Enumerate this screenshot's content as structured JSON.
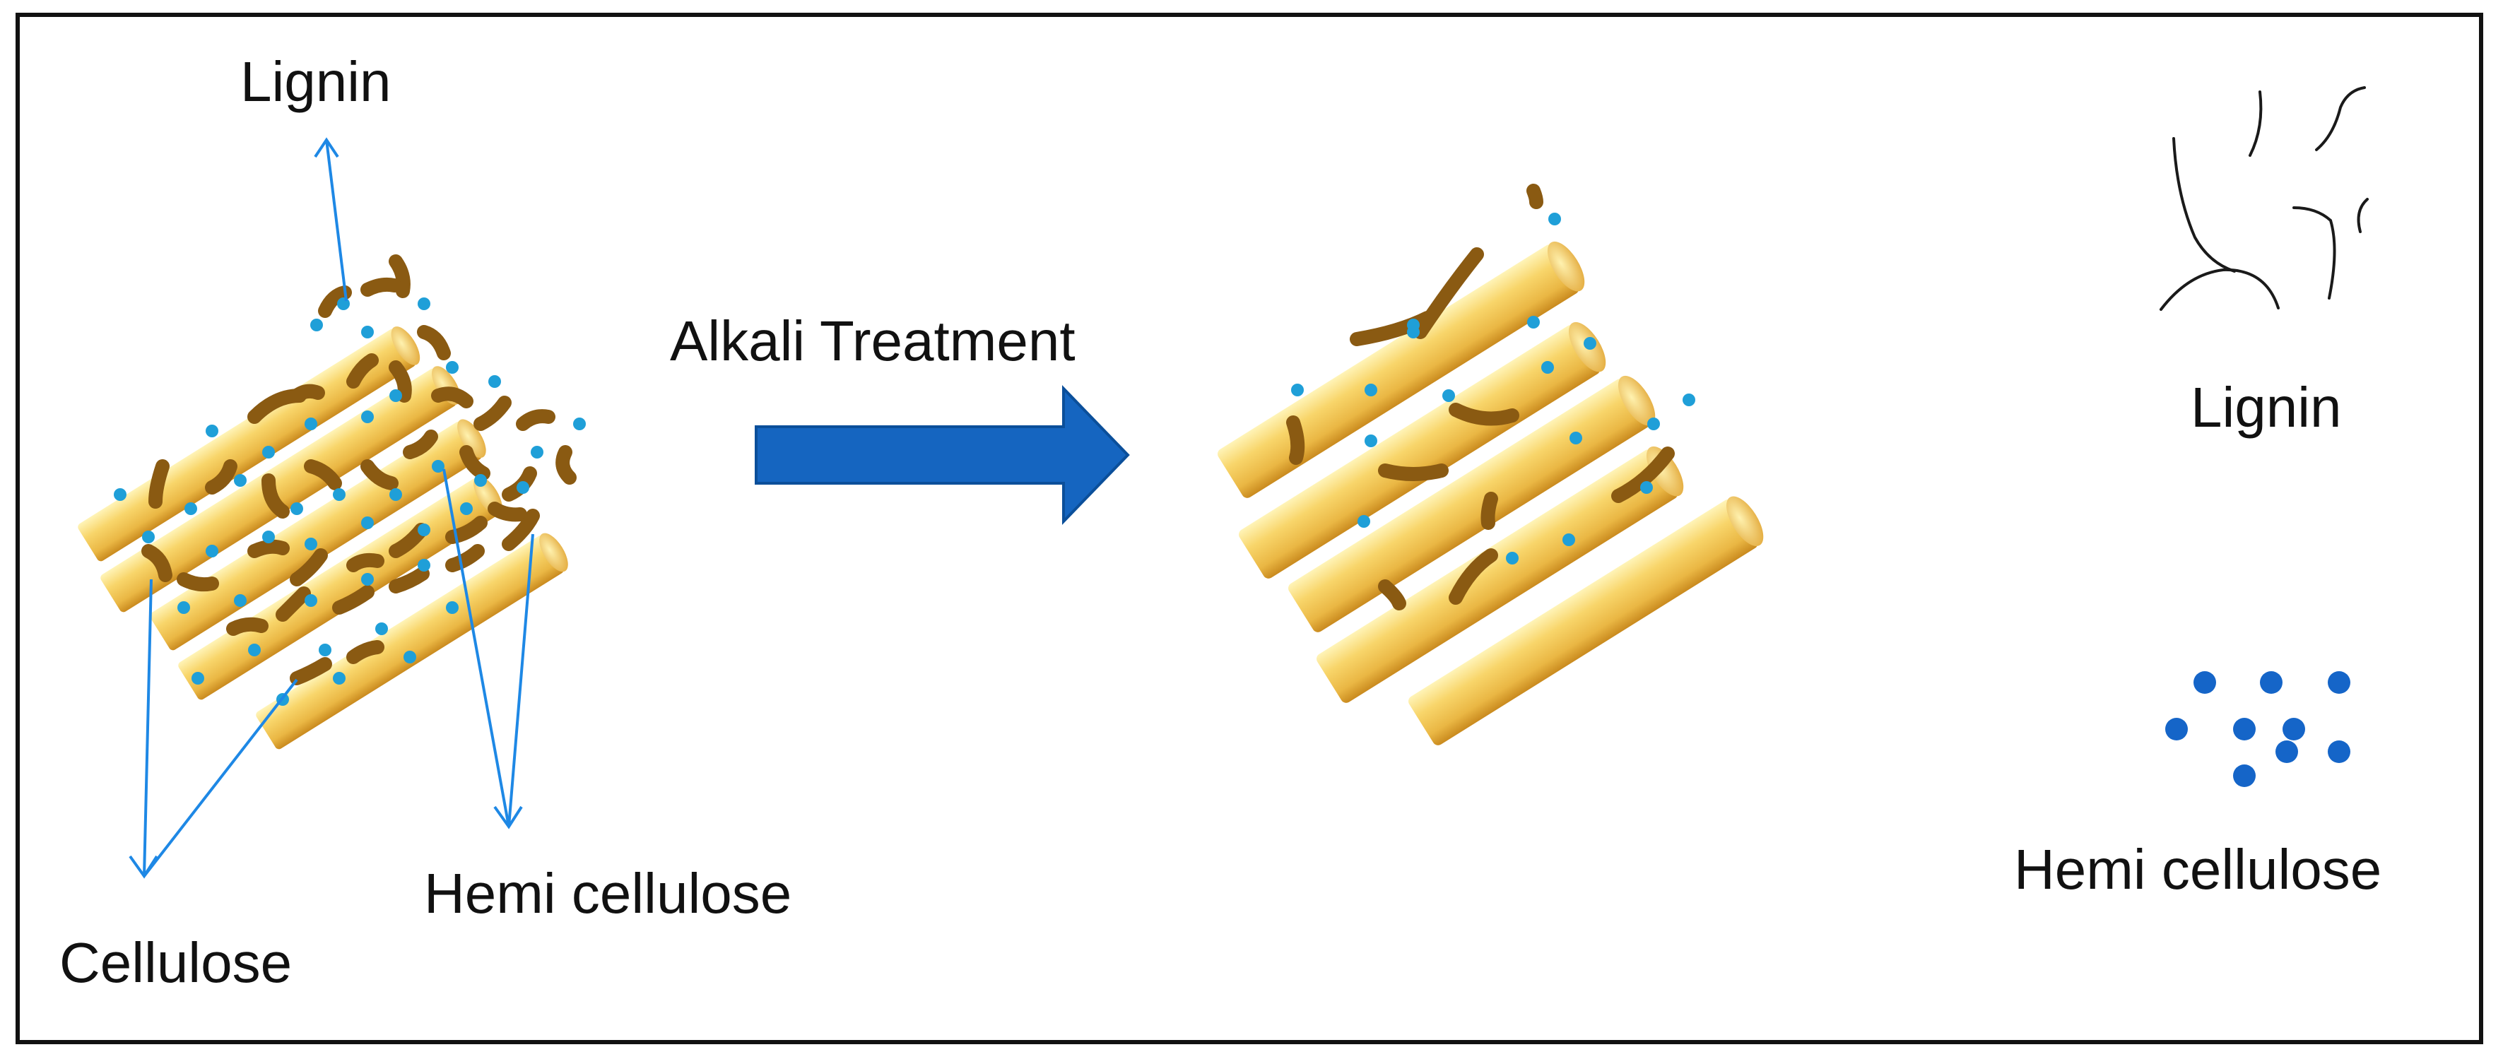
{
  "labels": {
    "lignin_top": "Lignin",
    "cellulose": "Cellulose",
    "hemicellulose_left": "Hemi cellulose",
    "treatment": "Alkali Treatment",
    "lignin_legend": "Lignin",
    "hemicellulose_legend": "Hemi cellulose"
  },
  "colors": {
    "fiber_light": "#fff3b0",
    "fiber_mid": "#f6cf5c",
    "fiber_dark": "#d99a24",
    "lignin_brown": "#8a5a12",
    "hemi_dot": "#1f9fd8",
    "legend_dot": "#1565c8",
    "pointer_blue": "#1e88e5",
    "arrow_blue": "#1565c0"
  },
  "icons": {
    "treatment_arrow": "right-arrow-icon",
    "lignin_strands": "lignin-strand-icon",
    "hemi_dots": "hemicellulose-dot-icon"
  }
}
